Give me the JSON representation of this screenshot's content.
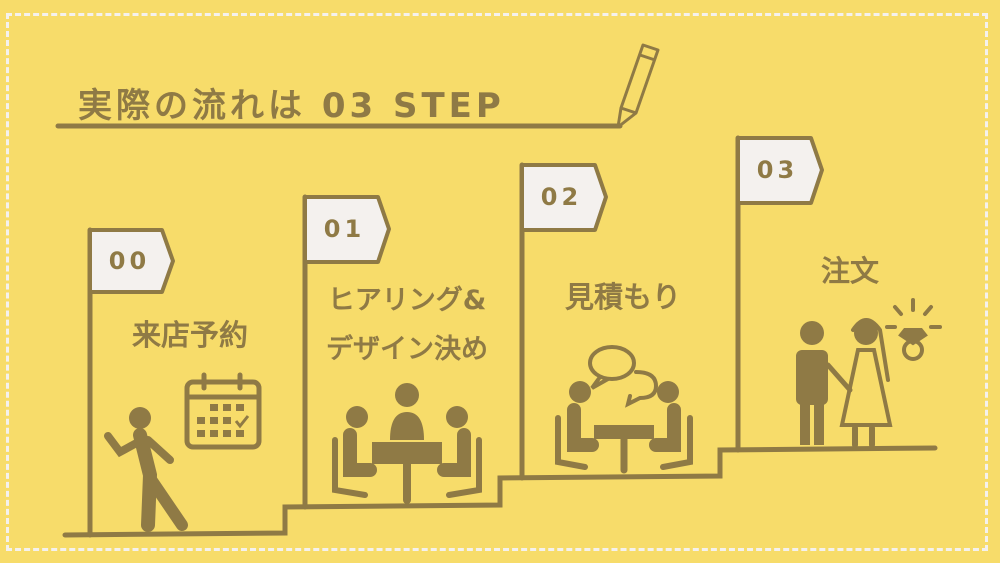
{
  "title": "実際の流れは 03 STEP",
  "colors": {
    "background": "#f7dc6a",
    "ink": "#8f7a45",
    "flag": "#f4f1ee"
  },
  "steps": [
    {
      "number": "00",
      "label": "来店予約",
      "icon": "walking-person-calendar-icon"
    },
    {
      "number": "01",
      "label_line1": "ヒアリング&",
      "label_line2": "デザイン決め",
      "icon": "meeting-table-icon"
    },
    {
      "number": "02",
      "label": "見積もり",
      "icon": "conversation-table-icon"
    },
    {
      "number": "03",
      "label": "注文",
      "icon": "wedding-couple-ring-icon"
    }
  ]
}
